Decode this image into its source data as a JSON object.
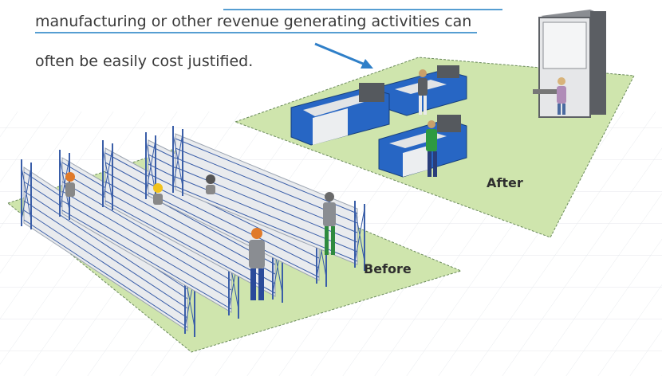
{
  "caption": {
    "line1": "manufacturing or other revenue generating activities can",
    "line2": "often be easily cost justified."
  },
  "areas": {
    "after_label": "After",
    "before_label": "Before"
  },
  "colors": {
    "floor_green": "#cfe5ad",
    "floor_outline": "#6a8a5a",
    "rack_blue": "#3a5ea8",
    "workstation_blue": "#2766c4",
    "accent_underline": "#1f7fc4",
    "arrow_blue": "#2f7fc8",
    "text": "#3a3a3a"
  }
}
